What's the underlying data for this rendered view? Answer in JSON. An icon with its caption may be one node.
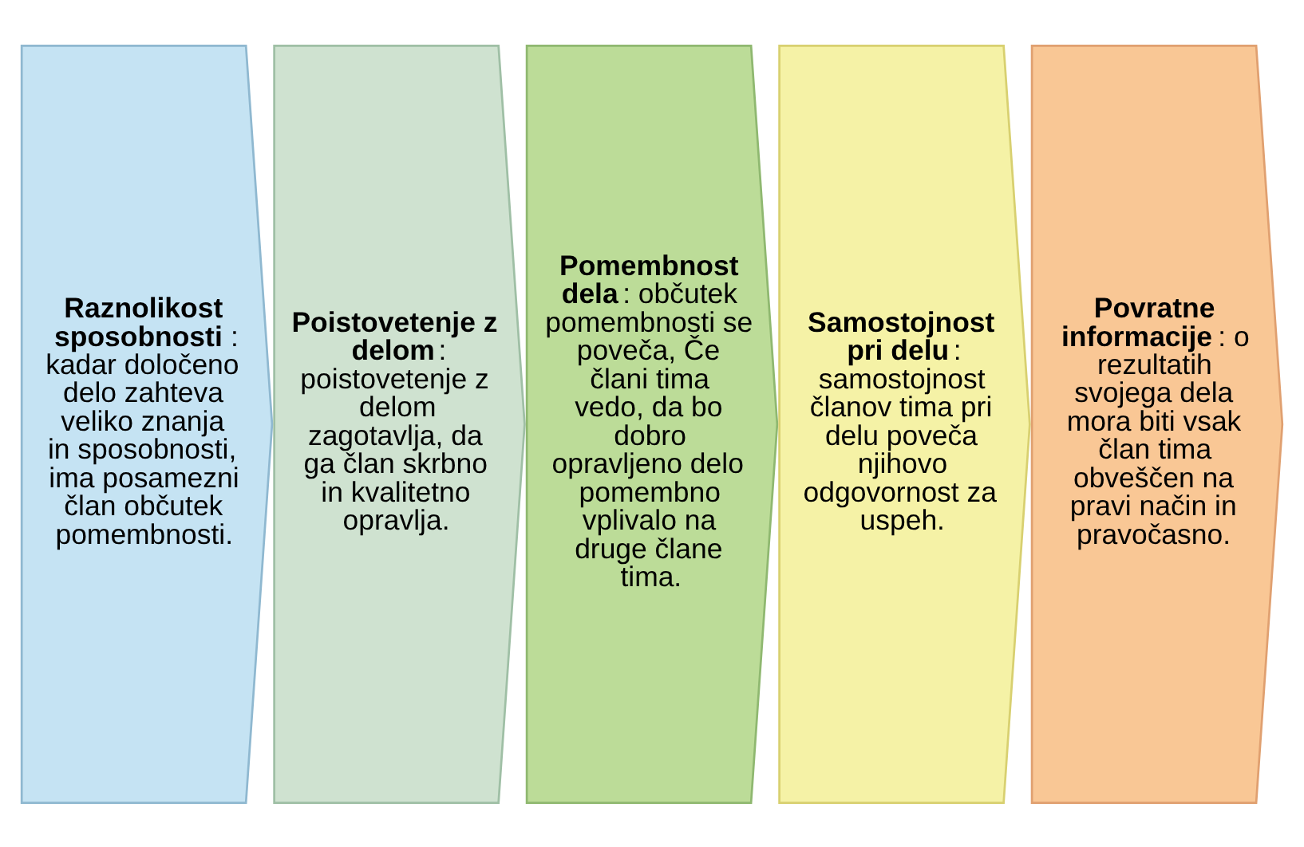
{
  "diagram": {
    "nodes": [
      {
        "text": [
          "**Raznolikost sposobnosti**: kadar določeno delo zahteva veliko znanja in sposobnosti, ima posamezni član občutek pomembnosti."
        ]
      },
      {
        "text": [
          "**Poistovetenje z delom**: poistovetenje z delom zagotavlja, da ga član skrbno in kvalitetno opravlja."
        ]
      },
      {
        "text": [
          "**Pomembnost dela**: občutek pomembnosti se poveča, Če člani tima vedo, da bo dobro opravljeno delo pomembno vplivalo na druge člane tima."
        ]
      },
      {
        "text": [
          "**Samostojnost pri delu**: samostojnost članov tima pri delu poveča njihovo odgovornost za uspeh."
        ]
      },
      {
        "text": [
          "**Povratne informacije**: o rezultatih svojega dela mora biti vsak član tima obveščen na pravi način in pravočasno."
        ]
      }
    ],
    "edges": []
  }
}
